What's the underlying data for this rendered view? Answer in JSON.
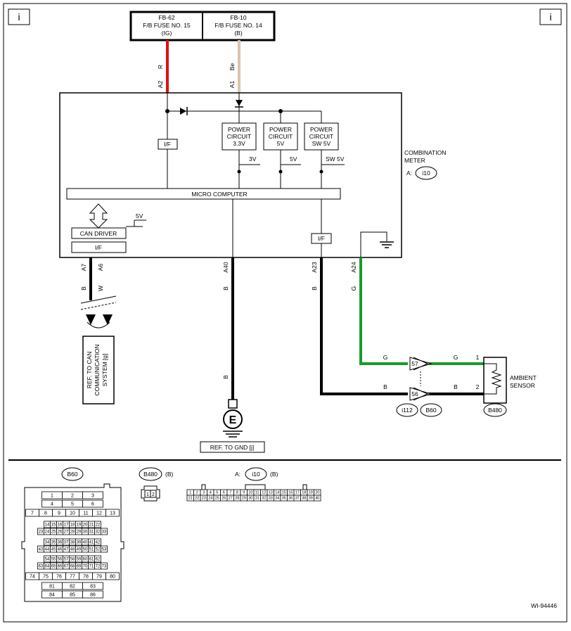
{
  "corner_icons": {
    "left": "i",
    "right": "i"
  },
  "fuses": [
    {
      "line1": "FB-62",
      "line2": "F/B FUSE NO. 15",
      "line3": "(IG)"
    },
    {
      "line1": "FB-10",
      "line2": "F/B FUSE NO. 14",
      "line3": "(B)"
    }
  ],
  "wires": {
    "a2": {
      "color_code": "R",
      "pin": "A2",
      "hex": "#e01010"
    },
    "a1": {
      "color_code": "Be",
      "pin": "A1",
      "hex": "#d8c4ad"
    },
    "a7": {
      "color_code": "B",
      "pin": "A7"
    },
    "a6": {
      "color_code": "W",
      "pin": "A6"
    },
    "a40": {
      "color_code": "B",
      "pin": "A40",
      "lower_code": "B"
    },
    "a23": {
      "color_code": "B",
      "pin": "A23",
      "run_code_left": "B",
      "run_code_right": "B"
    },
    "a24": {
      "color_code": "G",
      "pin": "A24",
      "hex": "#1a9a2a",
      "run_code_left": "G",
      "run_code_right": "G"
    }
  },
  "meter": {
    "name_line1": "COMBINATION",
    "name_line2": "METER",
    "connector_prefix": "A:",
    "connector": "i10",
    "power_circuits": [
      {
        "line1": "POWER",
        "line2": "CIRCUIT",
        "line3": "3.3V",
        "out": "3V"
      },
      {
        "line1": "POWER",
        "line2": "CIRCUIT",
        "line3": "5V",
        "out": "5V"
      },
      {
        "line1": "POWER",
        "line2": "CIRCUIT",
        "line3": "SW 5V",
        "out": "SW 5V"
      }
    ],
    "if_label": "I/F",
    "micro_computer": "MICRO COMPUTER",
    "can_driver": "CAN DRIVER",
    "can_supply": "5V"
  },
  "can_ref": {
    "line1": "REF. TO CAN",
    "line2": "COMMUNICATION",
    "line3": "SYSTEM [g]"
  },
  "ground": {
    "symbol": "E",
    "ref": "REF. TO GND [j]"
  },
  "joint_connector": {
    "pin_top": "57",
    "pin_bottom": "56",
    "left_conn": "i112",
    "right_conn": "B60"
  },
  "sensor": {
    "name_line1": "AMBIENT",
    "name_line2": "SENSOR",
    "pin1": "1",
    "pin2": "2",
    "connector": "B480"
  },
  "legend": {
    "b60": {
      "label": "B60",
      "rows": [
        [
          "1",
          "2",
          "3"
        ],
        [
          "4",
          "5",
          "6"
        ],
        [
          "7",
          "8",
          "9",
          "10",
          "11",
          "12",
          "13"
        ],
        [
          "14",
          "15",
          "16",
          "17",
          "18",
          "19",
          "20",
          "21",
          "22"
        ],
        [
          "23",
          "24",
          "25",
          "26",
          "27",
          "28",
          "29",
          "30",
          "31",
          "32",
          "33"
        ],
        [
          "34",
          "35",
          "36",
          "37",
          "38",
          "39",
          "40",
          "41",
          "42"
        ],
        [
          "43",
          "44",
          "45",
          "46",
          "47",
          "48",
          "49",
          "50",
          "51",
          "52",
          "53"
        ],
        [
          "54",
          "55",
          "56",
          "57",
          "58",
          "59",
          "60",
          "61",
          "62"
        ],
        [
          "63",
          "64",
          "65",
          "66",
          "67",
          "68",
          "69",
          "70",
          "71",
          "72",
          "73"
        ],
        [
          "74",
          "75",
          "76",
          "77",
          "78",
          "79",
          "80"
        ],
        [
          "81",
          "82",
          "83"
        ],
        [
          "84",
          "85",
          "86"
        ]
      ]
    },
    "b480": {
      "label": "B480",
      "suffix": "(B)",
      "pins": [
        "1",
        "2"
      ]
    },
    "i10": {
      "prefix": "A:",
      "label": "i10",
      "suffix": "(B)",
      "row1": [
        "1",
        "2",
        "3",
        "4",
        "5",
        "6",
        "7",
        "8",
        "9",
        "10",
        "11",
        "12",
        "13",
        "14",
        "15",
        "16",
        "17",
        "18",
        "19",
        "20"
      ],
      "row2": [
        "21",
        "22",
        "23",
        "24",
        "25",
        "26",
        "27",
        "28",
        "29",
        "30",
        "31",
        "32",
        "33",
        "34",
        "35",
        "36",
        "37",
        "38",
        "39",
        "40"
      ]
    }
  },
  "figure_id": "WI-94446"
}
